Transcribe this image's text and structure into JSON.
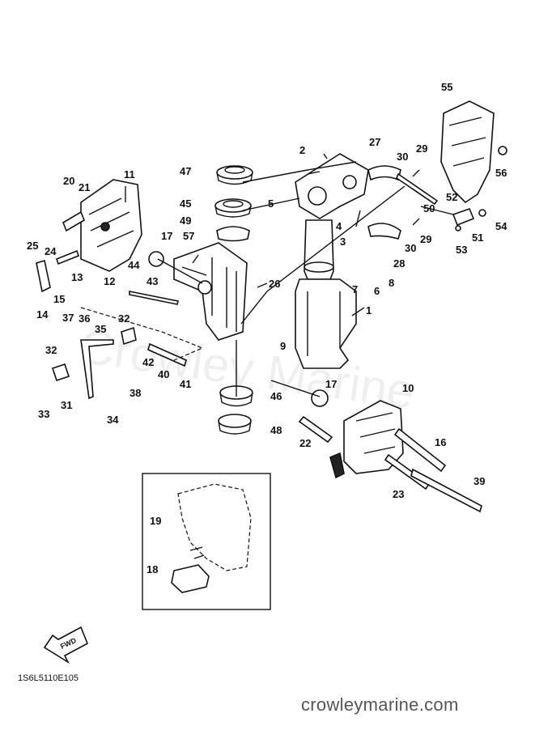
{
  "watermark_text": "Crowley Marine",
  "catalog_code": "1S6L5110E105",
  "site_url": "crowleymarine.com",
  "fwd_arrow_text": "FWD",
  "part_labels": {
    "p1": "1",
    "p2": "2",
    "p3": "3",
    "p4": "4",
    "p5": "5",
    "p6": "6",
    "p7": "7",
    "p8": "8",
    "p9": "9",
    "p10": "10",
    "p11": "11",
    "p12": "12",
    "p13": "13",
    "p14": "14",
    "p15": "15",
    "p16": "16",
    "p17a": "17",
    "p17b": "17",
    "p18": "18",
    "p19": "19",
    "p20": "20",
    "p21": "21",
    "p22": "22",
    "p23": "23",
    "p24": "24",
    "p25": "25",
    "p26": "26",
    "p27": "27",
    "p28": "28",
    "p29a": "29",
    "p29b": "29",
    "p30a": "30",
    "p30b": "30",
    "p31": "31",
    "p32a": "32",
    "p32b": "32",
    "p33": "33",
    "p34": "34",
    "p35": "35",
    "p36": "36",
    "p37": "37",
    "p38": "38",
    "p39": "39",
    "p40": "40",
    "p41": "41",
    "p42": "42",
    "p43": "43",
    "p44": "44",
    "p45": "45",
    "p46": "46",
    "p47": "47",
    "p48": "48",
    "p49": "49",
    "p50": "50",
    "p51": "51",
    "p52": "52",
    "p53": "53",
    "p54": "54",
    "p55": "55",
    "p56": "56",
    "p57": "57"
  }
}
